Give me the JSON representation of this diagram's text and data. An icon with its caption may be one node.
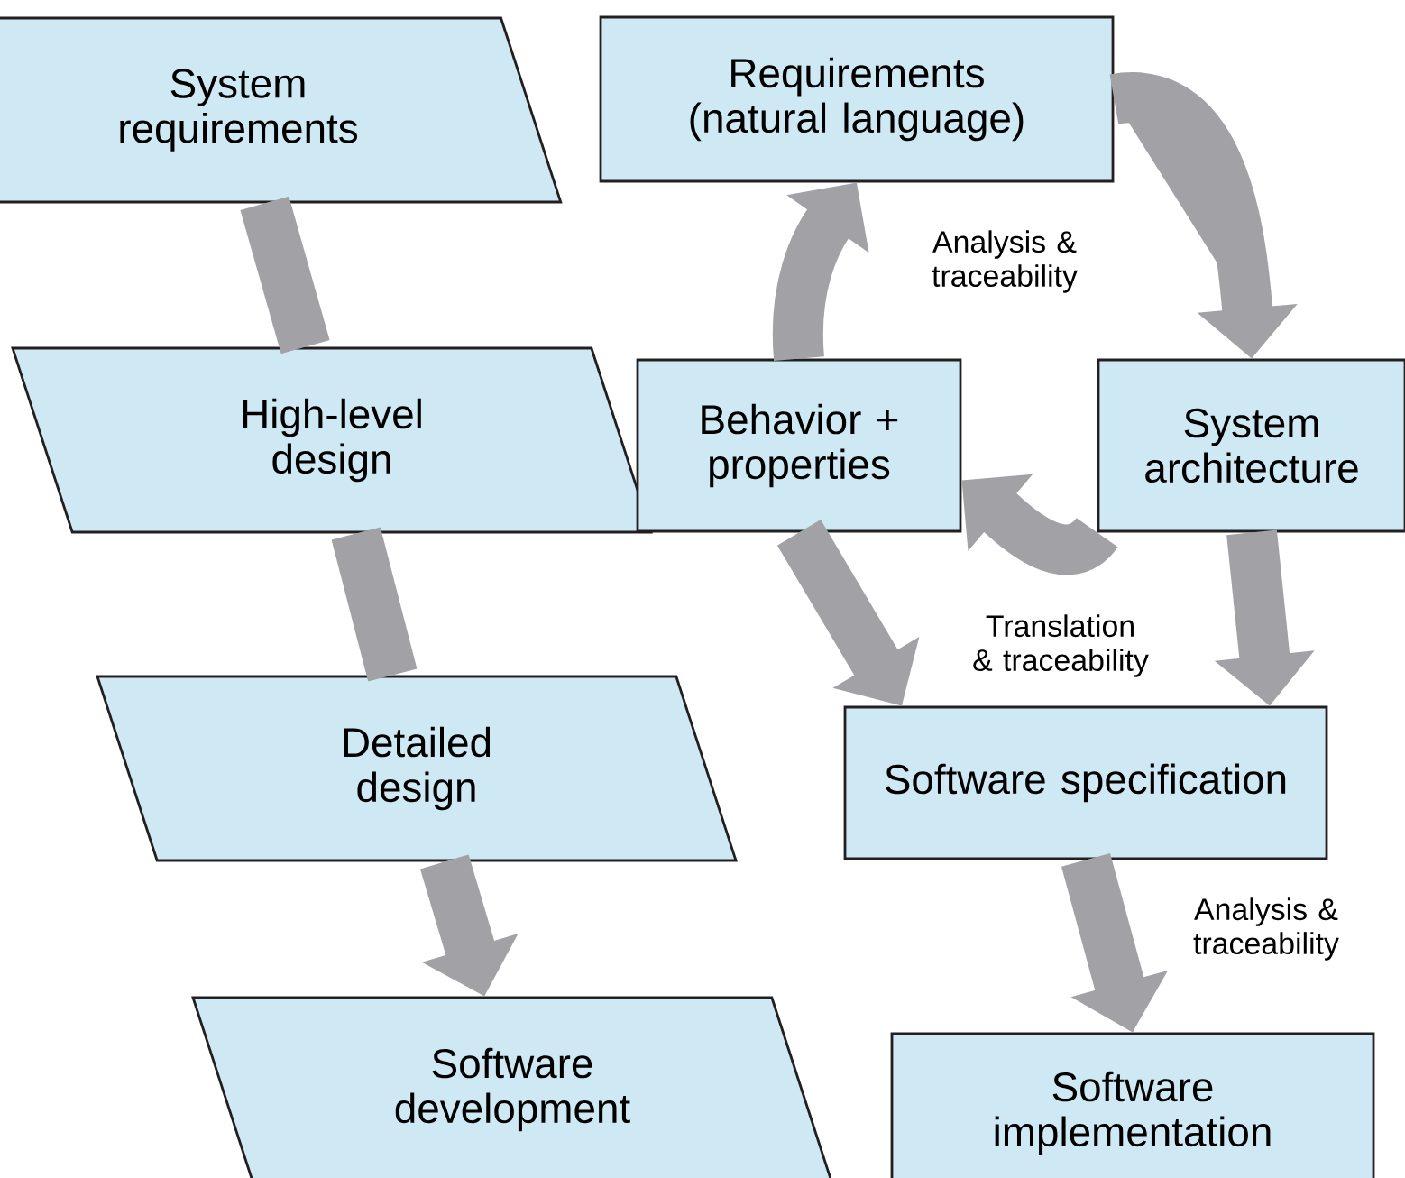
{
  "diagram": {
    "nodes": [
      {
        "text": [
          "System requirements"
        ]
      },
      {
        "text": [
          "High-level design"
        ]
      },
      {
        "text": [
          "Detailed design"
        ]
      },
      {
        "text": [
          "Software development"
        ]
      },
      {
        "text": [
          "Requirements (natural language)"
        ]
      },
      {
        "text": [
          "Behavior + properties"
        ]
      },
      {
        "text": [
          "System architecture"
        ]
      },
      {
        "text": [
          "Software specification"
        ]
      },
      {
        "text": [
          "Software implementation"
        ]
      }
    ],
    "edges": [
      {
        "from": 0,
        "to": 1,
        "arrow": "none"
      },
      {
        "from": 1,
        "to": 2,
        "arrow": "none"
      },
      {
        "from": 2,
        "to": 3,
        "arrow": "to"
      },
      {
        "from": 4,
        "to": 6,
        "arrow": "to"
      },
      {
        "from": 6,
        "to": 5,
        "arrow": "to"
      },
      {
        "from": 5,
        "to": 4,
        "arrow": "to"
      },
      {
        "from": 5,
        "to": 7,
        "arrow": "to"
      },
      {
        "from": 6,
        "to": 7,
        "arrow": "to"
      },
      {
        "from": 7,
        "to": 8,
        "arrow": "to",
        "label": "Analysis & traceability"
      }
    ],
    "labels": [
      "Analysis & traceability",
      "Translation & traceability"
    ]
  }
}
